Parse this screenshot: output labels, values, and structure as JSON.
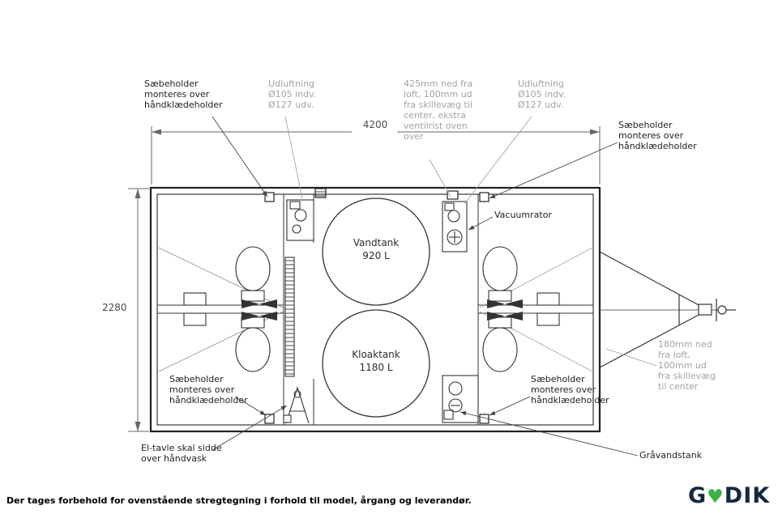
{
  "colors": {
    "logo_green": "#3fb04a",
    "logo_navy": "#15293d",
    "drawing_line": "#222222",
    "note_gray": "#a3a3a3"
  },
  "logo": {
    "prefix": "G",
    "heart_icon": "♥",
    "suffix": "DIK"
  },
  "footer": {
    "note": "Der tages forbehold for ovenstående stregtegning i forhold til model, årgang og leverandør."
  },
  "diagram": {
    "dimensions": {
      "width": "4200",
      "height": "2280"
    },
    "tanks": [
      {
        "name": "Vandtank",
        "volume": "920 L"
      },
      {
        "name": "Kloaktank",
        "volume": "1180 L"
      }
    ],
    "labels": {
      "saebeholder": "Sæbeholder\nmonteres over\nhåndklædeholder",
      "udluftning": "Udluftning\nØ105 indv.\nØ127 udv.",
      "vent_425": "425mm ned fra\nloft, 100mm ud\nfra skillevæg til\ncenter, ekstra\nventilrist oven\nover",
      "vent_180": "180mm ned\nfra loft,\n100mm ud\nfra skillevæg\ntil center",
      "vacuum": "Vacuumrator",
      "el_tavle": "El-tavle skal sidde\nover håndvask",
      "graavandstank": "Gråvandstank"
    }
  }
}
